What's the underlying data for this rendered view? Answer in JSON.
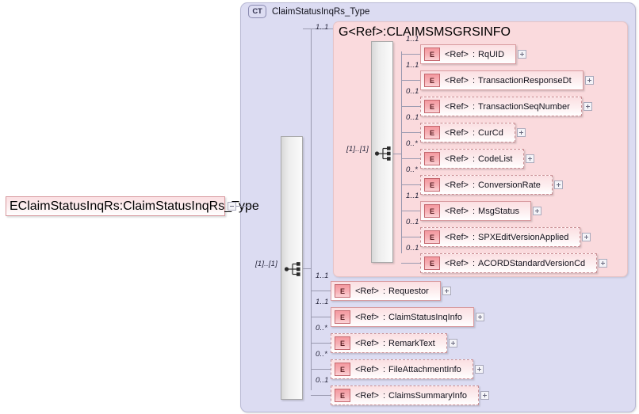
{
  "diagram": {
    "type": "xsd-schema-diagram",
    "root": {
      "icon": "E",
      "name": "ClaimStatusInqRs",
      "separator": ":",
      "type": "ClaimStatusInqRs_Type",
      "expander": "minus"
    },
    "complex_type": {
      "tag": "CT",
      "title": "ClaimStatusInqRs_Type",
      "compositor": "sequence",
      "compositor_cardinality": "[1]..[1]"
    },
    "group": {
      "icon": "G",
      "ref": "<Ref>",
      "separator": ":",
      "name": "CLAIMSMSGRSINFO",
      "cardinality": "1..1",
      "compositor": "sequence",
      "compositor_cardinality": "[1]..[1]",
      "children": [
        {
          "icon": "E",
          "ref": "<Ref>",
          "separator": ":",
          "name": "RqUID",
          "cardinality": "1..1",
          "optional": false,
          "expander": "plus"
        },
        {
          "icon": "E",
          "ref": "<Ref>",
          "separator": ":",
          "name": "TransactionResponseDt",
          "cardinality": "1..1",
          "optional": false,
          "expander": "plus"
        },
        {
          "icon": "E",
          "ref": "<Ref>",
          "separator": ":",
          "name": "TransactionSeqNumber",
          "cardinality": "0..1",
          "optional": true,
          "expander": "plus"
        },
        {
          "icon": "E",
          "ref": "<Ref>",
          "separator": ":",
          "name": "CurCd",
          "cardinality": "0..1",
          "optional": true,
          "expander": "plus"
        },
        {
          "icon": "E",
          "ref": "<Ref>",
          "separator": ":",
          "name": "CodeList",
          "cardinality": "0..*",
          "optional": true,
          "expander": "plus"
        },
        {
          "icon": "E",
          "ref": "<Ref>",
          "separator": ":",
          "name": "ConversionRate",
          "cardinality": "0..*",
          "optional": true,
          "expander": "plus"
        },
        {
          "icon": "E",
          "ref": "<Ref>",
          "separator": ":",
          "name": "MsgStatus",
          "cardinality": "1..1",
          "optional": false,
          "expander": "plus"
        },
        {
          "icon": "E",
          "ref": "<Ref>",
          "separator": ":",
          "name": "SPXEditVersionApplied",
          "cardinality": "0..1",
          "optional": true,
          "expander": "plus"
        },
        {
          "icon": "E",
          "ref": "<Ref>",
          "separator": ":",
          "name": "ACORDStandardVersionCd",
          "cardinality": "0..1",
          "optional": true,
          "expander": "plus"
        }
      ]
    },
    "sequence_children": [
      {
        "icon": "E",
        "ref": "<Ref>",
        "separator": ":",
        "name": "Requestor",
        "cardinality": "1..1",
        "optional": false,
        "expander": "plus"
      },
      {
        "icon": "E",
        "ref": "<Ref>",
        "separator": ":",
        "name": "ClaimStatusInqInfo",
        "cardinality": "1..1",
        "optional": false,
        "expander": "plus"
      },
      {
        "icon": "E",
        "ref": "<Ref>",
        "separator": ":",
        "name": "RemarkText",
        "cardinality": "0..*",
        "optional": true,
        "expander": "plus"
      },
      {
        "icon": "E",
        "ref": "<Ref>",
        "separator": ":",
        "name": "FileAttachmentInfo",
        "cardinality": "0..*",
        "optional": true,
        "expander": "plus"
      },
      {
        "icon": "E",
        "ref": "<Ref>",
        "separator": ":",
        "name": "ClaimsSummaryInfo",
        "cardinality": "0..1",
        "optional": true,
        "expander": "plus"
      }
    ],
    "colors": {
      "complex_type_bg": "#dcdcf2",
      "group_bg": "#fadadd",
      "node_bg": "#fbdfe2",
      "icon_bg": "#f4989f",
      "line": "#9a9ab0"
    }
  }
}
